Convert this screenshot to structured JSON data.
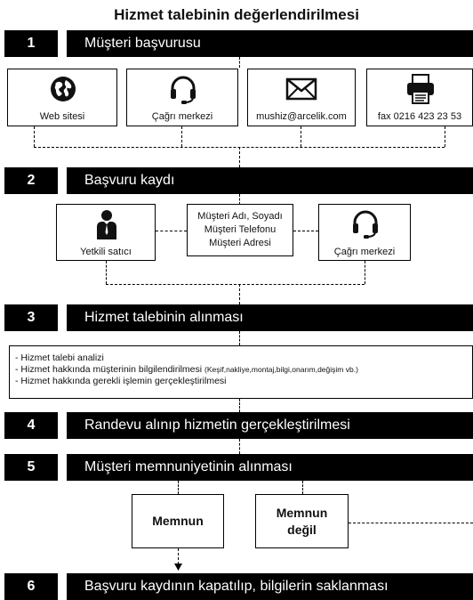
{
  "title": "Hizmet talebinin değerlendirilmesi",
  "steps": [
    {
      "num": "1",
      "label": "Müşteri başvurusu"
    },
    {
      "num": "2",
      "label": "Başvuru kaydı"
    },
    {
      "num": "3",
      "label": "Hizmet talebinin alınması"
    },
    {
      "num": "4",
      "label": "Randevu alınıp hizmetin gerçekleştirilmesi"
    },
    {
      "num": "5",
      "label": "Müşteri memnuniyetinin alınması"
    },
    {
      "num": "6",
      "label": "Başvuru kaydının kapatılıp, bilgilerin saklanması"
    }
  ],
  "channels": [
    {
      "label": "Web sitesi",
      "icon": "globe-icon"
    },
    {
      "label": "Çağrı merkezi",
      "icon": "headset-icon"
    },
    {
      "label": "mushiz@arcelik.com",
      "icon": "envelope-icon"
    },
    {
      "label": "fax 0216 423 23 53",
      "icon": "fax-icon"
    }
  ],
  "record": {
    "left": {
      "label": "Yetkili satıcı",
      "icon": "person-icon"
    },
    "center": [
      "Müşteri Adı, Soyadı",
      "Müşteri Telefonu",
      "Müşteri Adresi"
    ],
    "right": {
      "label": "Çağrı merkezi",
      "icon": "headset-icon"
    }
  },
  "analysis": {
    "line1": "- Hizmet talebi analizi",
    "line2": "- Hizmet hakkında müşterinin bilgilendirilmesi",
    "line2_detail": "(Keşif,nakliye,montaj,bilgi,onarım,değişim vb.)",
    "line3": "- Hizmet hakkında gerekli işlemin gerçekleştirilmesi"
  },
  "satisfaction": {
    "satisfied": "Memnun",
    "unsatisfied_line1": "Memnun",
    "unsatisfied_line2": "değil"
  }
}
